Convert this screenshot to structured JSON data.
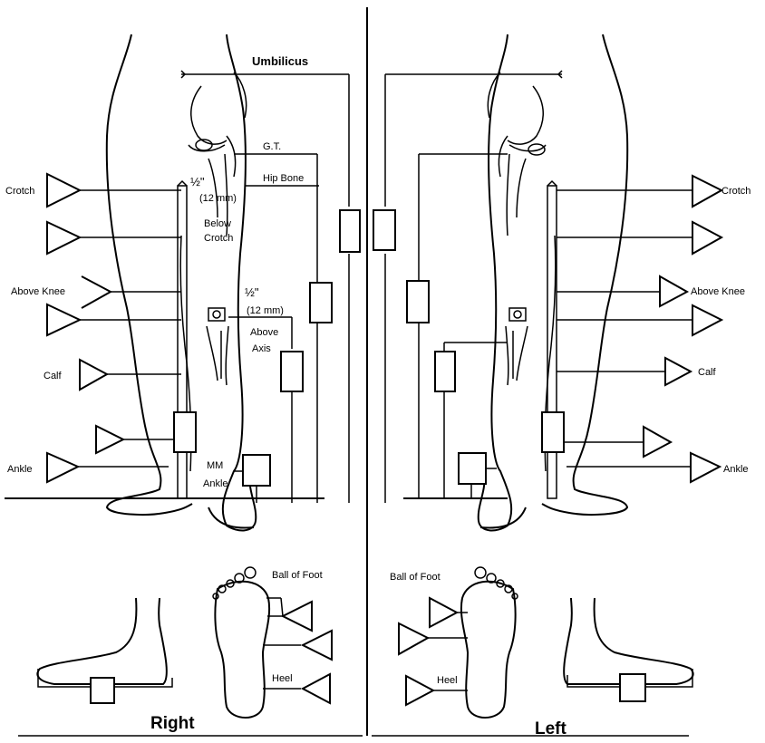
{
  "labels": {
    "umbilicus": "Umbilicus",
    "gt": "G.T.",
    "hip_bone": "Hip Bone",
    "half_inch_1": "½\"",
    "twelve_mm_1": "(12 mm)",
    "below": "Below",
    "crotch_word": "Crotch",
    "half_inch_2": "½\"",
    "twelve_mm_2": "(12 mm)",
    "above": "Above",
    "axis": "Axis",
    "mm": "MM",
    "ankle_word": "Ankle",
    "right_crotch": "Crotch",
    "right_above_knee": "Above Knee",
    "right_calf": "Calf",
    "right_ankle": "Ankle",
    "left_crotch": "Crotch",
    "left_above_knee": "Above Knee",
    "left_calf": "Calf",
    "left_ankle": "Ankle",
    "right_ball_of_foot": "Ball of Foot",
    "right_heel": "Heel",
    "left_ball_of_foot": "Ball of Foot",
    "left_heel": "Heel",
    "right_side": "Right",
    "left_side": "Left"
  }
}
